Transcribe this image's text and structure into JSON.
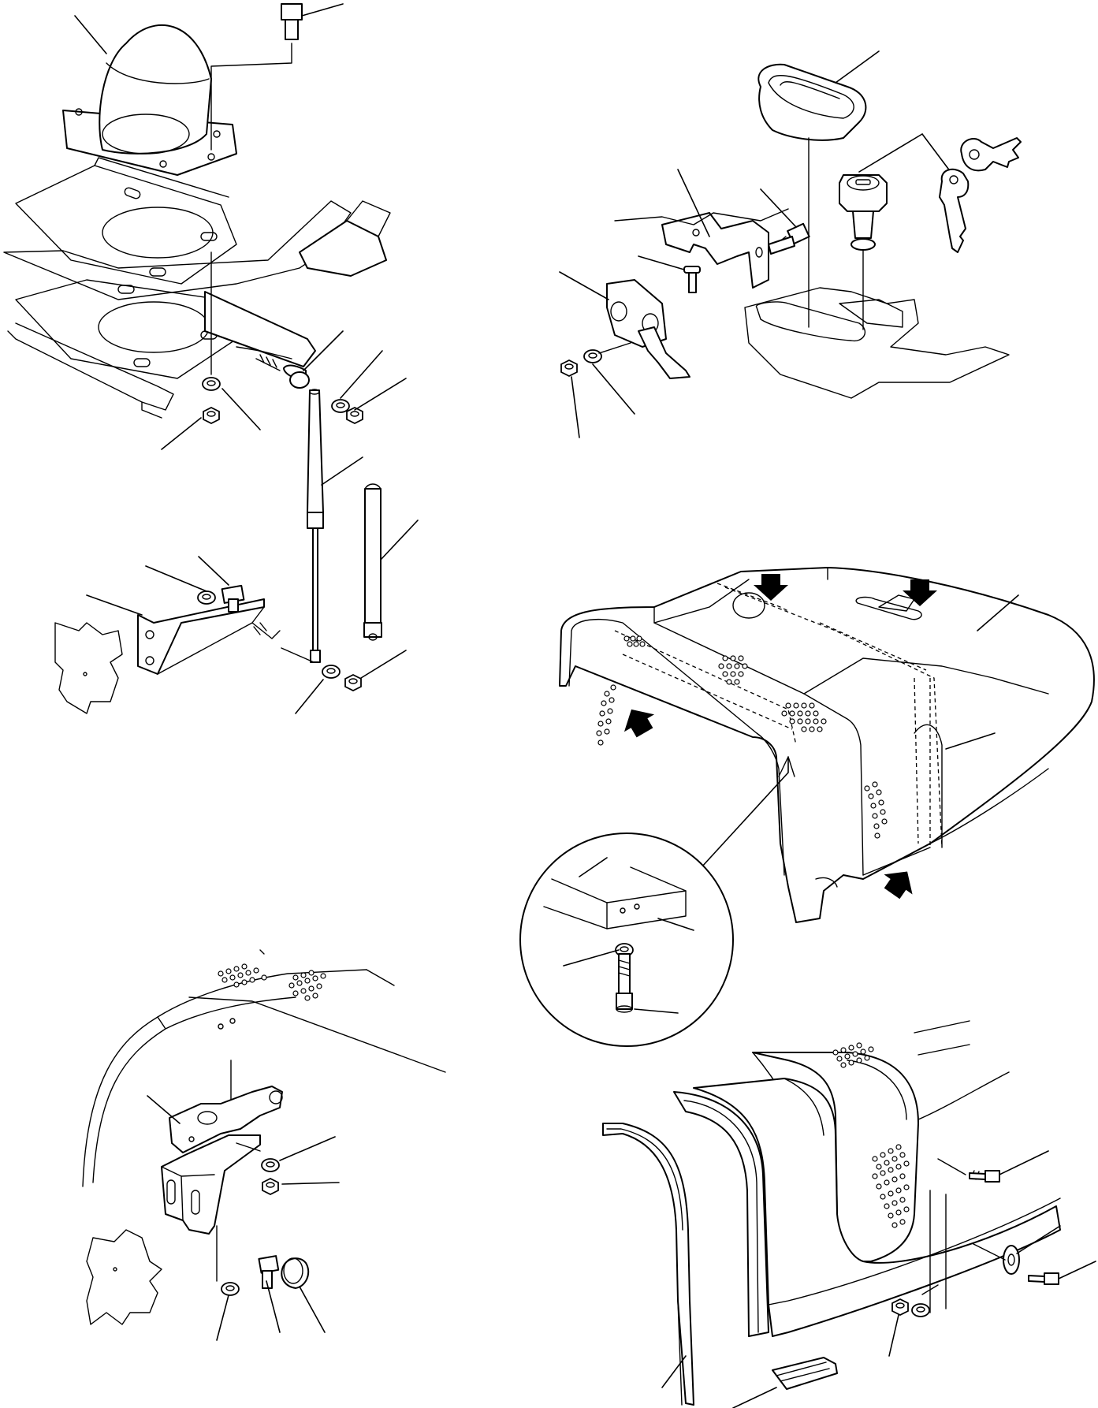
{
  "figure": {
    "panels": [
      "exhaust-stack-and-hood-support",
      "hood-lock-and-latch",
      "engine-hood-assembly",
      "hood-hinge",
      "side-cover-and-trim"
    ]
  },
  "colors": {
    "line": "#000000",
    "background": "#ffffff"
  },
  "icons": [
    "pointer-arrow-icon"
  ]
}
